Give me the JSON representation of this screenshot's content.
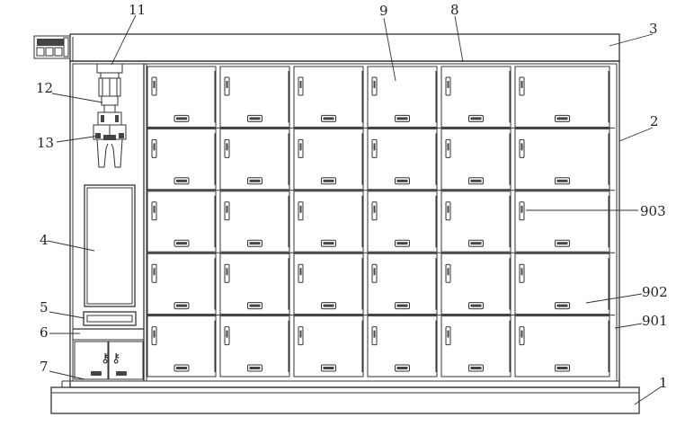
{
  "figure": {
    "callouts": [
      {
        "id": "1",
        "text": "1"
      },
      {
        "id": "2",
        "text": "2"
      },
      {
        "id": "3",
        "text": "3"
      },
      {
        "id": "4",
        "text": "4"
      },
      {
        "id": "5",
        "text": "5"
      },
      {
        "id": "6",
        "text": "6"
      },
      {
        "id": "7",
        "text": "7"
      },
      {
        "id": "8",
        "text": "8"
      },
      {
        "id": "9",
        "text": "9"
      },
      {
        "id": "11",
        "text": "11"
      },
      {
        "id": "12",
        "text": "12"
      },
      {
        "id": "13",
        "text": "13"
      },
      {
        "id": "901",
        "text": "901"
      },
      {
        "id": "902",
        "text": "902"
      },
      {
        "id": "903",
        "text": "903"
      }
    ],
    "locker_grid": {
      "rows": 5,
      "columns": 6
    }
  }
}
